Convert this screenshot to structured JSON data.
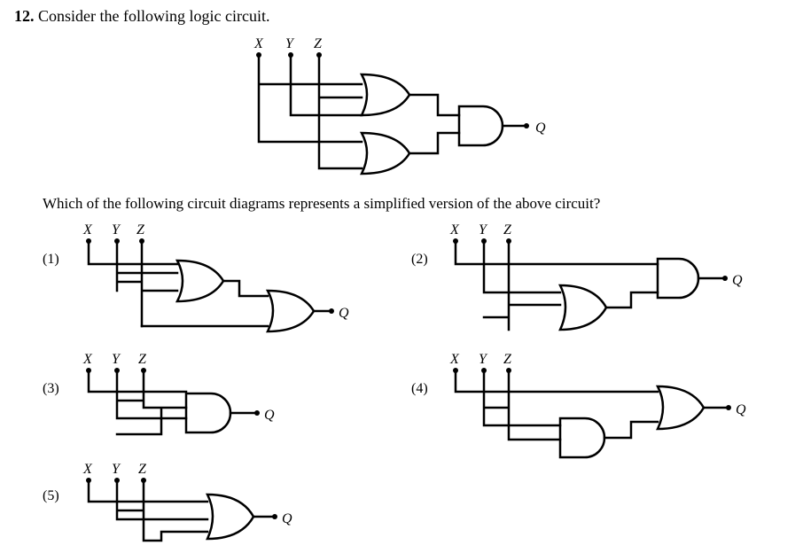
{
  "question": {
    "number": "12.",
    "text": "Consider the following logic circuit.",
    "prompt": "Which of the following circuit diagrams represents a simplified version of the above circuit?"
  },
  "labels": {
    "x": "X",
    "y": "Y",
    "z": "Z",
    "q": "Q"
  },
  "options": [
    {
      "label": "(1)"
    },
    {
      "label": "(2)"
    },
    {
      "label": "(3)"
    },
    {
      "label": "(4)"
    },
    {
      "label": "(5)"
    }
  ],
  "colors": {
    "line": "#000000",
    "background": "#ffffff"
  }
}
